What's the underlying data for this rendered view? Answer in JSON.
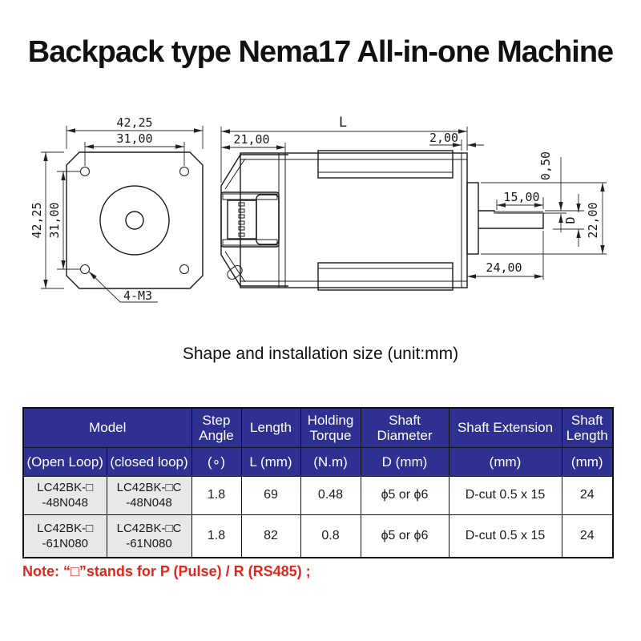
{
  "title": "Backpack type Nema17 All-in-one Machine",
  "caption": "Shape and installation size (unit:mm)",
  "note": "Note: “□”stands for P (Pulse) / R (RS485) ;",
  "colors": {
    "header_bg": "#2e3192",
    "header_text": "#ffffff",
    "model_cell_bg": "#e8e8e8",
    "note_red": "#e8231a",
    "line": "#1a1a1a"
  },
  "drawing": {
    "front": {
      "width": "42,25",
      "bolt_spacing_h": "31,00",
      "height": "42,25",
      "bolt_spacing_v": "31,00",
      "holes": "4-M3"
    },
    "side": {
      "length_label": "L",
      "front_section": "21,00",
      "end_cap": "2,00",
      "flat_depth": "0,50",
      "flat_length": "15,00",
      "shaft_dia": "D",
      "pilot_dia": "22,00",
      "shaft_len": "24,00"
    }
  },
  "table": {
    "header_row1": [
      "Model",
      "Step Angle",
      "Length",
      "Holding Torque",
      "Shaft Diameter",
      "Shaft Extension",
      "Shaft Length"
    ],
    "header_row2": [
      "(Open Loop)",
      "(closed loop)",
      "(∘)",
      "L (mm)",
      "(N.m)",
      "D (mm)",
      "(mm)",
      "(mm)"
    ],
    "rows": [
      [
        "LC42BK-□\n-48N048",
        "LC42BK-□C\n-48N048",
        "1.8",
        "69",
        "0.48",
        "ϕ5 or ϕ6",
        "D-cut 0.5 x 15",
        "24"
      ],
      [
        "LC42BK-□\n-61N080",
        "LC42BK-□C\n-61N080",
        "1.8",
        "82",
        "0.8",
        "ϕ5 or ϕ6",
        "D-cut 0.5 x 15",
        "24"
      ]
    ]
  }
}
